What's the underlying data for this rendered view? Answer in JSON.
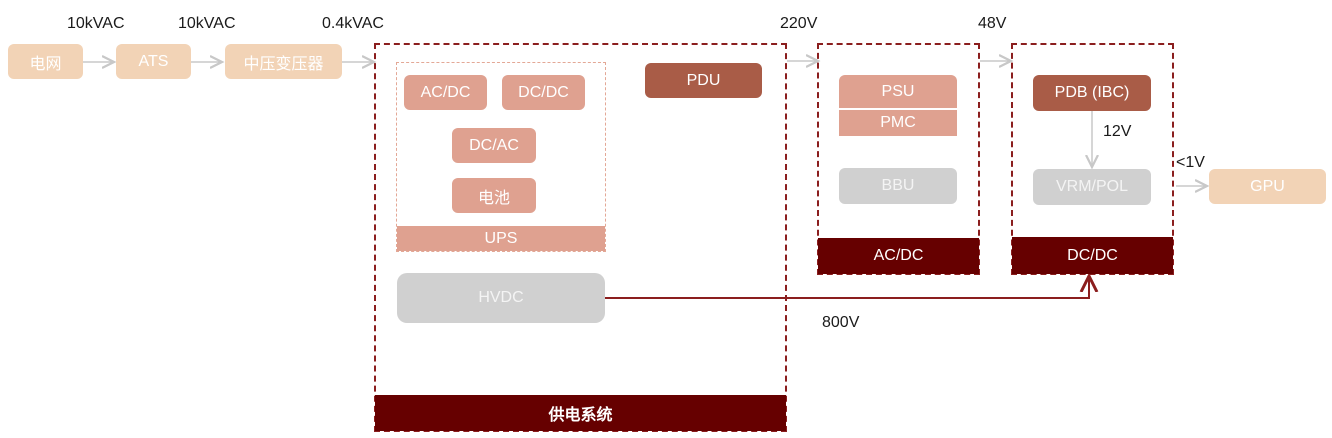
{
  "colors": {
    "grid_node": "#f2d3b6",
    "component": "#dfa190",
    "highlight": "#a95c47",
    "inactive": "#d0d0d0",
    "group_border": "#8b1e1e",
    "group_band": "#660000",
    "hvdc_line": "#8b1e1e",
    "flow_arrow": "#c8c8c8"
  },
  "voltages": {
    "grid_to_ats": "10kVAC",
    "ats_to_transformer": "10kVAC",
    "transformer_out": "0.4kVAC",
    "to_acdc": "220V",
    "to_dcdc": "48V",
    "pdb_to_vrm": "12V",
    "to_gpu": "<1V",
    "hvdc": "800V"
  },
  "chain": {
    "grid": "电网",
    "ats": "ATS",
    "transformer": "中压变压器",
    "gpu": "GPU"
  },
  "power_supply_system": {
    "title": "供电系统",
    "ups": {
      "title": "UPS",
      "components": [
        "AC/DC",
        "DC/DC",
        "DC/AC",
        "电池"
      ]
    },
    "pdu": "PDU",
    "hvdc": "HVDC"
  },
  "acdc_group": {
    "title": "AC/DC",
    "psu": "PSU",
    "pmc": "PMC",
    "bbu": "BBU"
  },
  "dcdc_group": {
    "title": "DC/DC",
    "pdb": "PDB (IBC)",
    "vrm": "VRM/POL"
  }
}
